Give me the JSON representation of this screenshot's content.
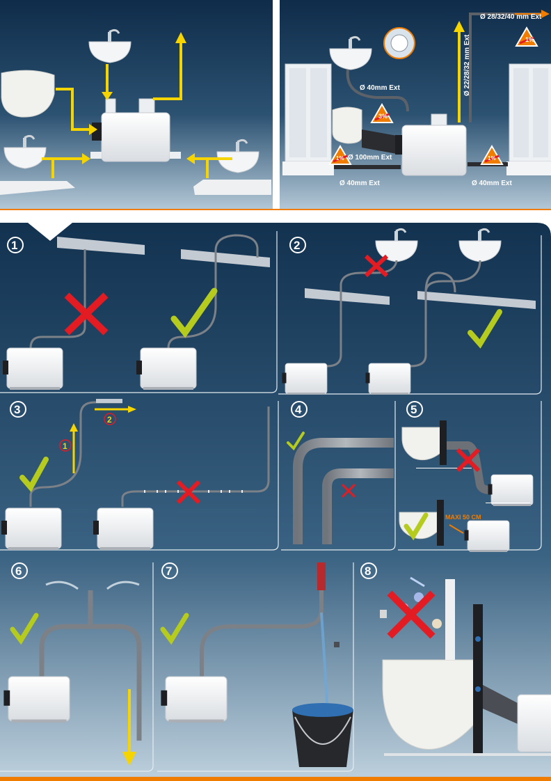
{
  "top_right_labels": {
    "vent_pipe": "Ø 28/32/40 mm Ext",
    "vertical_pipe": "Ø 22/28/32 mm Ext",
    "basin_pipe": "Ø 40mm Ext",
    "wc_pipe": "Ø 100mm Ext",
    "left_inlet": "Ø 40mm Ext",
    "right_inlet": "Ø 40mm Ext",
    "slope_vent": "1%",
    "slope_wc": "3%",
    "slope_left": "1%",
    "slope_right": "1%"
  },
  "steps": {
    "s1": "1",
    "s2": "2",
    "s3": "3",
    "s4": "4",
    "s5": "5",
    "s6": "6",
    "s7": "7",
    "s8": "8"
  },
  "step3": {
    "order_1": "1",
    "order_2": "2"
  },
  "step5": {
    "max_distance": "MAXI 50 CM"
  },
  "colors": {
    "panel_dark": "#0f2c4a",
    "panel_light": "#a9c1d3",
    "frame": "#e8e8e8",
    "accent_orange": "#f07d00",
    "arrow_yellow": "#f6d400",
    "check_green": "#b5cc1e",
    "cross_red": "#e31b23",
    "pipe_gray": "#8c9096"
  }
}
